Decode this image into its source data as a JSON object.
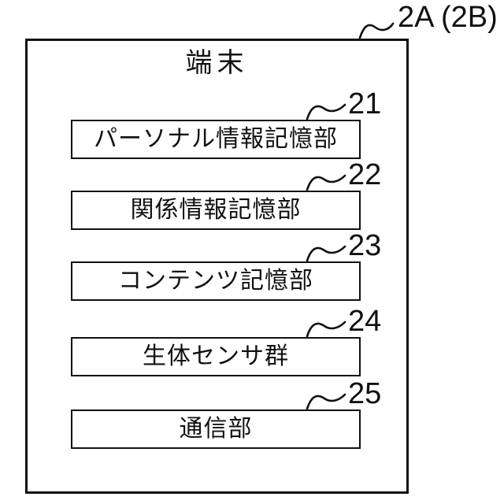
{
  "figure": {
    "outer_ref": "2A (2B)",
    "terminal": {
      "title": "端末",
      "blocks": [
        {
          "ref": "21",
          "label": "パーソナル情報記憶部"
        },
        {
          "ref": "22",
          "label": "関係情報記憶部"
        },
        {
          "ref": "23",
          "label": "コンテンツ記憶部"
        },
        {
          "ref": "24",
          "label": "生体センサ群"
        },
        {
          "ref": "25",
          "label": "通信部"
        }
      ]
    },
    "colors": {
      "line": "#111111",
      "background": "#ffffff"
    }
  }
}
